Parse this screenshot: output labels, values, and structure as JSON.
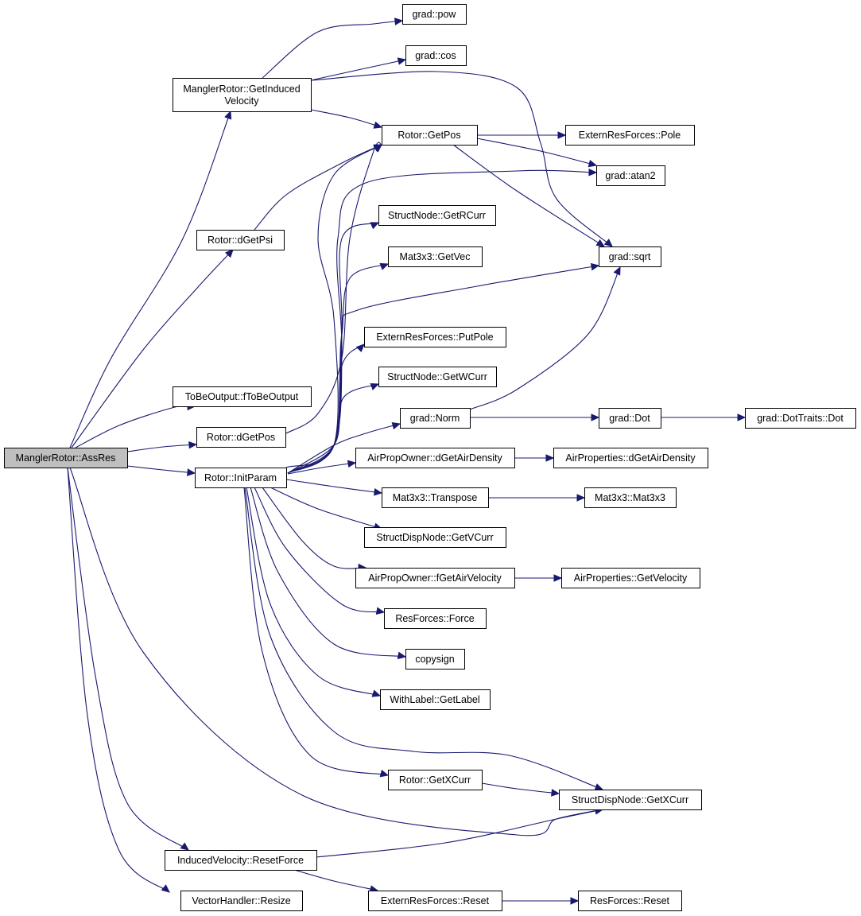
{
  "nodes": {
    "n_root": {
      "lines": [
        "ManglerRotor::AssRes"
      ],
      "root": true
    },
    "n_induced": {
      "lines": [
        "ManglerRotor::GetInduced",
        "Velocity"
      ]
    },
    "n_pow": {
      "lines": [
        "grad::pow"
      ]
    },
    "n_cos": {
      "lines": [
        "grad::cos"
      ]
    },
    "n_getpos": {
      "lines": [
        "Rotor::GetPos"
      ]
    },
    "n_pole": {
      "lines": [
        "ExternResForces::Pole"
      ]
    },
    "n_atan2": {
      "lines": [
        "grad::atan2"
      ]
    },
    "n_dgetpsi": {
      "lines": [
        "Rotor::dGetPsi"
      ]
    },
    "n_getrcurr": {
      "lines": [
        "StructNode::GetRCurr"
      ]
    },
    "n_getvec": {
      "lines": [
        "Mat3x3::GetVec"
      ]
    },
    "n_sqrt": {
      "lines": [
        "grad::sqrt"
      ]
    },
    "n_putpole": {
      "lines": [
        "ExternResForces::PutPole"
      ]
    },
    "n_getwcurr": {
      "lines": [
        "StructNode::GetWCurr"
      ]
    },
    "n_tobeoutput": {
      "lines": [
        "ToBeOutput::fToBeOutput"
      ]
    },
    "n_norm": {
      "lines": [
        "grad::Norm"
      ]
    },
    "n_dot": {
      "lines": [
        "grad::Dot"
      ]
    },
    "n_dottraits": {
      "lines": [
        "grad::DotTraits::Dot"
      ]
    },
    "n_dgetpos": {
      "lines": [
        "Rotor::dGetPos"
      ]
    },
    "n_apo_density": {
      "lines": [
        "AirPropOwner::dGetAirDensity"
      ]
    },
    "n_ap_density": {
      "lines": [
        "AirProperties::dGetAirDensity"
      ]
    },
    "n_initparam": {
      "lines": [
        "Rotor::InitParam"
      ]
    },
    "n_transpose": {
      "lines": [
        "Mat3x3::Transpose"
      ]
    },
    "n_mat3x3": {
      "lines": [
        "Mat3x3::Mat3x3"
      ]
    },
    "n_getvcurr": {
      "lines": [
        "StructDispNode::GetVCurr"
      ]
    },
    "n_apo_velocity": {
      "lines": [
        "AirPropOwner::fGetAirVelocity"
      ]
    },
    "n_ap_velocity": {
      "lines": [
        "AirProperties::GetVelocity"
      ]
    },
    "n_force": {
      "lines": [
        "ResForces::Force"
      ]
    },
    "n_copysign": {
      "lines": [
        "copysign"
      ]
    },
    "n_getlabel": {
      "lines": [
        "WithLabel::GetLabel"
      ]
    },
    "n_rotor_getxcurr": {
      "lines": [
        "Rotor::GetXCurr"
      ]
    },
    "n_sdn_getxcurr": {
      "lines": [
        "StructDispNode::GetXCurr"
      ]
    },
    "n_resetforce": {
      "lines": [
        "InducedVelocity::ResetForce"
      ]
    },
    "n_resize": {
      "lines": [
        "VectorHandler::Resize"
      ]
    },
    "n_erf_reset": {
      "lines": [
        "ExternResForces::Reset"
      ]
    },
    "n_rf_reset": {
      "lines": [
        "ResForces::Reset"
      ]
    }
  },
  "edges": [
    [
      "n_root",
      "n_induced"
    ],
    [
      "n_root",
      "n_dgetpsi"
    ],
    [
      "n_root",
      "n_tobeoutput"
    ],
    [
      "n_root",
      "n_dgetpos"
    ],
    [
      "n_root",
      "n_initparam"
    ],
    [
      "n_root",
      "n_sdn_getxcurr"
    ],
    [
      "n_root",
      "n_resetforce"
    ],
    [
      "n_root",
      "n_resize"
    ],
    [
      "n_induced",
      "n_pow"
    ],
    [
      "n_induced",
      "n_cos"
    ],
    [
      "n_induced",
      "n_getpos"
    ],
    [
      "n_induced",
      "n_sqrt"
    ],
    [
      "n_getpos",
      "n_pole"
    ],
    [
      "n_getpos",
      "n_atan2"
    ],
    [
      "n_getpos",
      "n_sqrt"
    ],
    [
      "n_dgetpsi",
      "n_getpos"
    ],
    [
      "n_dgetpos",
      "n_getpos"
    ],
    [
      "n_initparam",
      "n_getpos"
    ],
    [
      "n_initparam",
      "n_atan2"
    ],
    [
      "n_initparam",
      "n_getrcurr"
    ],
    [
      "n_initparam",
      "n_getvec"
    ],
    [
      "n_initparam",
      "n_sqrt"
    ],
    [
      "n_initparam",
      "n_putpole"
    ],
    [
      "n_initparam",
      "n_getwcurr"
    ],
    [
      "n_initparam",
      "n_norm"
    ],
    [
      "n_initparam",
      "n_apo_density"
    ],
    [
      "n_initparam",
      "n_transpose"
    ],
    [
      "n_initparam",
      "n_getvcurr"
    ],
    [
      "n_initparam",
      "n_apo_velocity"
    ],
    [
      "n_initparam",
      "n_force"
    ],
    [
      "n_initparam",
      "n_copysign"
    ],
    [
      "n_initparam",
      "n_getlabel"
    ],
    [
      "n_initparam",
      "n_rotor_getxcurr"
    ],
    [
      "n_initparam",
      "n_sdn_getxcurr"
    ],
    [
      "n_norm",
      "n_sqrt"
    ],
    [
      "n_norm",
      "n_dot"
    ],
    [
      "n_dot",
      "n_dottraits"
    ],
    [
      "n_apo_density",
      "n_ap_density"
    ],
    [
      "n_transpose",
      "n_mat3x3"
    ],
    [
      "n_apo_velocity",
      "n_ap_velocity"
    ],
    [
      "n_rotor_getxcurr",
      "n_sdn_getxcurr"
    ],
    [
      "n_resetforce",
      "n_sdn_getxcurr"
    ],
    [
      "n_resetforce",
      "n_erf_reset"
    ],
    [
      "n_erf_reset",
      "n_rf_reset"
    ]
  ],
  "colors": {
    "edge": "#191970",
    "root_fill": "#bfbfbf",
    "node_fill": "#ffffff",
    "node_stroke": "#000000"
  }
}
